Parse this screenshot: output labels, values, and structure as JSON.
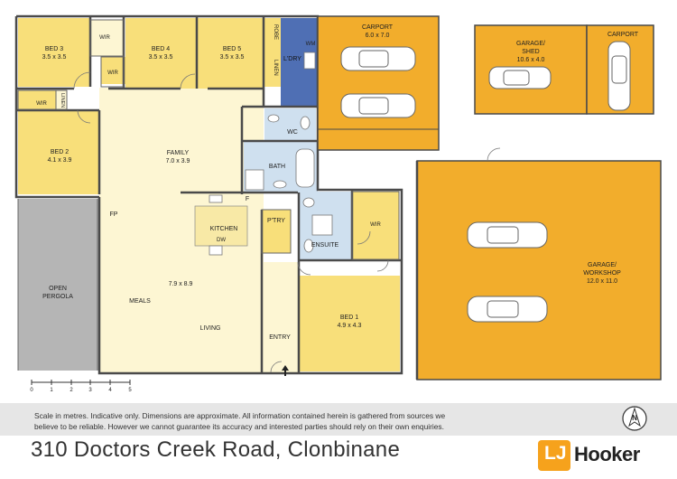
{
  "rooms": {
    "bed3": {
      "name": "BED 3",
      "dims": "3.5 x 3.5"
    },
    "bed4": {
      "name": "BED 4",
      "dims": "3.5 x 3.5"
    },
    "bed5": {
      "name": "BED 5",
      "dims": "3.5 x 3.5"
    },
    "bed2": {
      "name": "BED 2",
      "dims": "4.1 x 3.9"
    },
    "bed1": {
      "name": "BED 1",
      "dims": "4.9 x 4.3"
    },
    "family": {
      "name": "FAMILY",
      "dims": "7.0 x 3.9"
    },
    "living_dims": "7.9 x 8.9",
    "meals": "MEALS",
    "living": "LIVING",
    "kitchen": "KITCHEN",
    "pantry": "P'TRY",
    "dw": "DW",
    "fridge": "F",
    "fp": "FP",
    "entry": "ENTRY",
    "bath": "BATH",
    "wc": "WC",
    "ensuite": "ENSUITE",
    "laundry": "L'DRY",
    "wm": "WM",
    "robe": "ROBE",
    "linen": "LINEN",
    "wir": "WIR",
    "pergola": [
      "OPEN",
      "PERGOLA"
    ]
  },
  "outbuildings": {
    "carport_main": {
      "name": "CARPORT",
      "dims": "6.0 x 7.0"
    },
    "garage_shed": {
      "name": "GARAGE/",
      "name2": "SHED",
      "dims": "10.6 x 4.0"
    },
    "carport_small": {
      "name": "CARPORT"
    },
    "workshop": {
      "name": "GARAGE/",
      "name2": "WORKSHOP",
      "dims": "12.0 x 11.0"
    }
  },
  "scale_bar": {
    "ticks": [
      "0",
      "1",
      "2",
      "3",
      "4",
      "5"
    ]
  },
  "disclaimer": {
    "line1": "Scale in metres.  Indicative only.  Dimensions are approximate.  All information contained herein is gathered from sources we",
    "line2": "believe to be reliable. However we cannot guarantee its accuracy and interested parties should rely on their own enquiries."
  },
  "address": "310 Doctors Creek Road, Clonbinane",
  "brand": {
    "lj": "LJ",
    "hooker": "Hooker"
  },
  "compass_label": "N",
  "colors": {
    "bedroom": "#f8df7a",
    "living": "#fdf6d3",
    "wet": "#cfe0ef",
    "laundry": "#4f6fb4",
    "garage": "#f2ad2c",
    "pergola": "#b5b5b5",
    "wall": "#4a4a4a",
    "brand_orange": "#f6a21c"
  }
}
